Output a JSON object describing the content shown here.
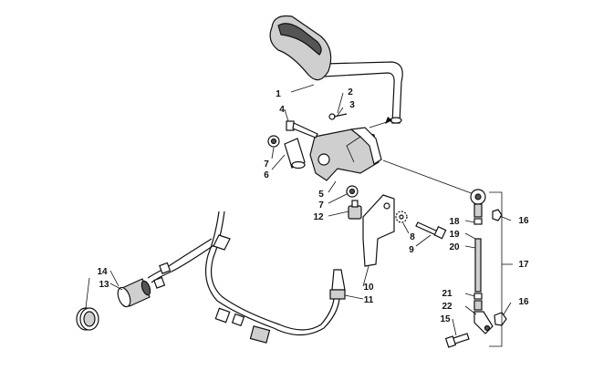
{
  "callouts": [
    {
      "label": "1"
    },
    {
      "label": "2"
    },
    {
      "label": "3"
    },
    {
      "label": "4"
    },
    {
      "label": "5"
    },
    {
      "label": "6"
    },
    {
      "label": "7"
    },
    {
      "label": "7"
    },
    {
      "label": "8"
    },
    {
      "label": "9"
    },
    {
      "label": "10"
    },
    {
      "label": "11"
    },
    {
      "label": "12"
    },
    {
      "label": "13"
    },
    {
      "label": "14"
    },
    {
      "label": "15"
    },
    {
      "label": "16"
    },
    {
      "label": "16"
    },
    {
      "label": "17"
    },
    {
      "label": "18"
    },
    {
      "label": "19"
    },
    {
      "label": "20"
    },
    {
      "label": "21"
    },
    {
      "label": "22"
    }
  ]
}
